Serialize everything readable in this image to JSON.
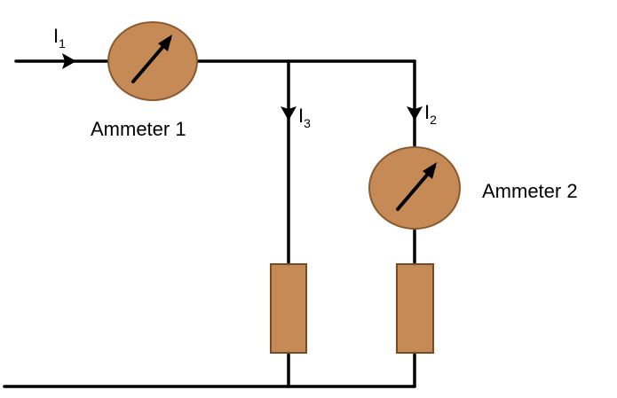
{
  "colors": {
    "wire": "#000000",
    "component_fill": "#c68a56",
    "component_stroke": "#8a5a30",
    "background": "#ffffff"
  },
  "ammeters": [
    {
      "label": "Ammeter 1",
      "icon": "ammeter-dial-icon"
    },
    {
      "label": "Ammeter 2",
      "icon": "ammeter-dial-icon"
    }
  ],
  "currents": [
    {
      "symbol": "I",
      "subscript": "1"
    },
    {
      "symbol": "I",
      "subscript": "2"
    },
    {
      "symbol": "I",
      "subscript": "3"
    }
  ],
  "resistors": [
    {
      "icon": "resistor-icon"
    },
    {
      "icon": "resistor-icon"
    }
  ]
}
